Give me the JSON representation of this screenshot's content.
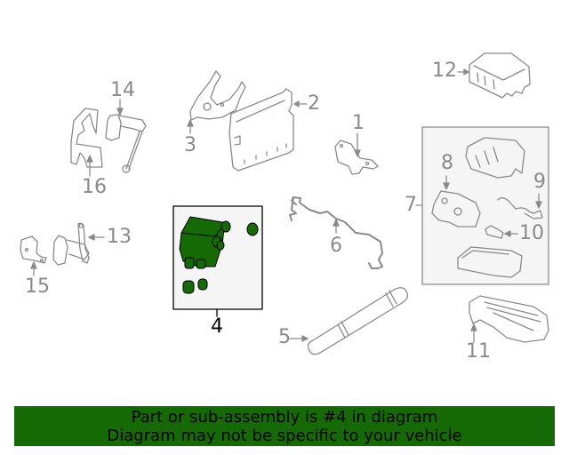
{
  "diagram": {
    "callouts": [
      {
        "id": "1",
        "label": "1"
      },
      {
        "id": "2",
        "label": "2"
      },
      {
        "id": "3",
        "label": "3"
      },
      {
        "id": "4",
        "label": "4"
      },
      {
        "id": "5",
        "label": "5"
      },
      {
        "id": "6",
        "label": "6"
      },
      {
        "id": "7",
        "label": "7"
      },
      {
        "id": "8",
        "label": "8"
      },
      {
        "id": "9",
        "label": "9"
      },
      {
        "id": "10",
        "label": "10"
      },
      {
        "id": "11",
        "label": "11"
      },
      {
        "id": "12",
        "label": "12"
      },
      {
        "id": "13",
        "label": "13"
      },
      {
        "id": "14",
        "label": "14"
      },
      {
        "id": "15",
        "label": "15"
      },
      {
        "id": "16",
        "label": "16"
      }
    ],
    "highlight_part": "4",
    "colors": {
      "line_art": "#8a8a8a",
      "highlight_fill": "#156a06",
      "box_fill": "#f5f5f5"
    }
  },
  "banner": {
    "line1": "Part or sub-assembly is #4 in diagram",
    "line2": "Diagram may not be specific to your vehicle",
    "bg_color": "#156a06"
  }
}
